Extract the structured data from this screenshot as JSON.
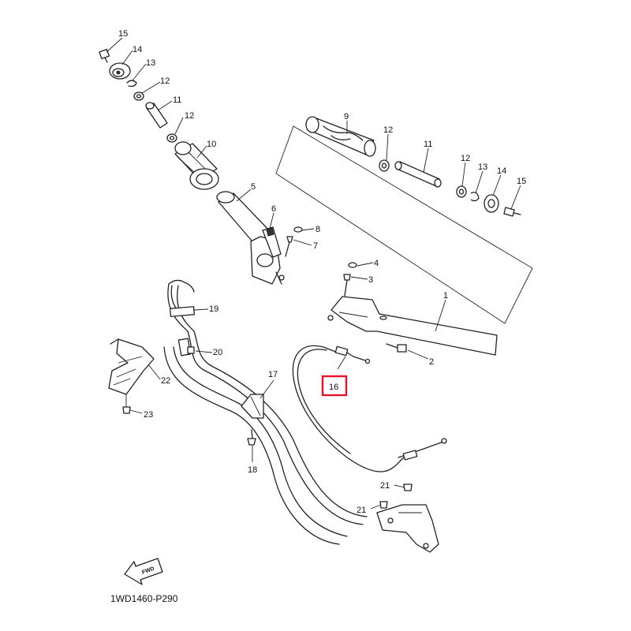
{
  "diagram": {
    "code": "1WD1460-P290",
    "fwd_label": "FWD",
    "highlight_color": "#e8132b",
    "callouts": {
      "c1": "1",
      "c2": "2",
      "c3": "3",
      "c4": "4",
      "c5": "5",
      "c6": "6",
      "c7": "7",
      "c8": "8",
      "c9": "9",
      "c10": "10",
      "c11a": "11",
      "c11b": "11",
      "c12a": "12",
      "c12b": "12",
      "c12c": "12",
      "c12d": "12",
      "c13a": "13",
      "c13b": "13",
      "c14a": "14",
      "c14b": "14",
      "c15a": "15",
      "c15b": "15",
      "c16": "16",
      "c17": "17",
      "c18": "18",
      "c19": "19",
      "c20": "20",
      "c21a": "21",
      "c21b": "21",
      "c22": "22",
      "c23": "23"
    }
  }
}
